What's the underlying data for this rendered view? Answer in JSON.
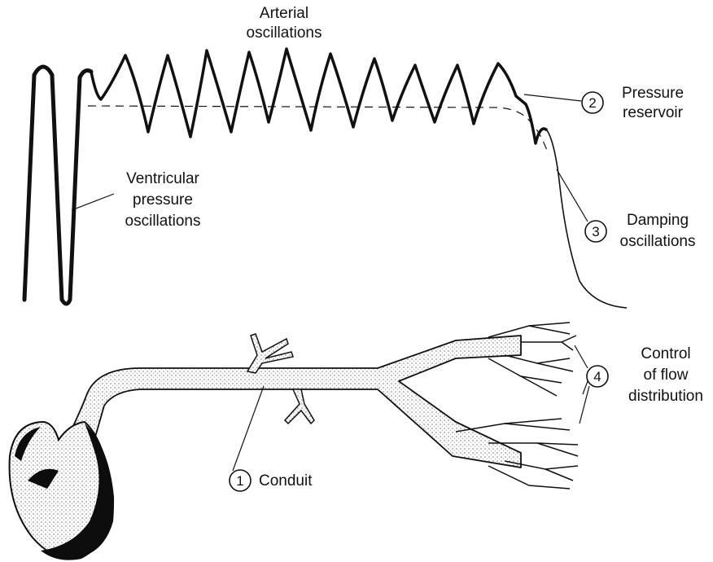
{
  "labels": {
    "arterial_1": "Arterial",
    "arterial_2": "oscillations",
    "ventricular_1": "Ventricular",
    "ventricular_2": "pressure",
    "ventricular_3": "oscillations",
    "pressure_1": "Pressure",
    "pressure_2": "reservoir",
    "damping_1": "Damping",
    "damping_2": "oscillations",
    "control_1": "Control",
    "control_2": "of flow",
    "control_3": "distribution",
    "conduit": "Conduit"
  },
  "markers": {
    "one": "1",
    "two": "2",
    "three": "3",
    "four": "4"
  },
  "colors": {
    "ink": "#111111",
    "vessel_fill": "#d9d9d9",
    "heart_wall": "#0d0d0d",
    "background": "#ffffff"
  }
}
